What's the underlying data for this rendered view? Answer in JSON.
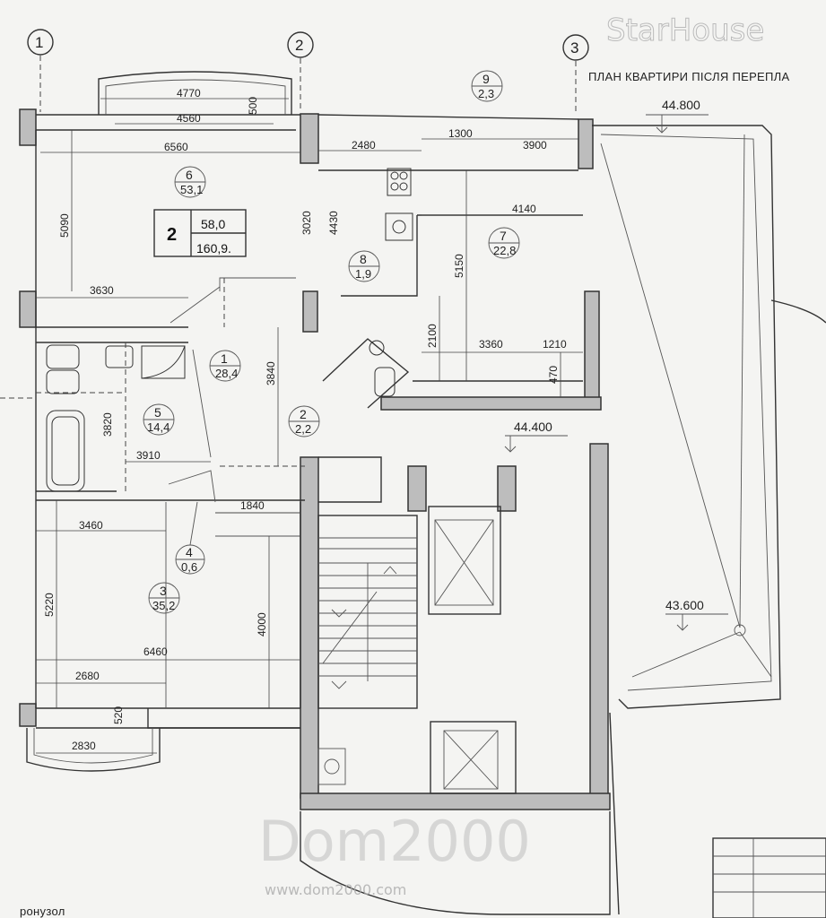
{
  "title": "ПЛАН КВАРТИРИ ПІСЛЯ ПЕРЕПЛА",
  "axes": [
    "1",
    "2",
    "3"
  ],
  "apartment": {
    "rooms_count": "2",
    "living_area": "58,0",
    "total_area": "160,9."
  },
  "levels": [
    "44.800",
    "44.400",
    "43.600"
  ],
  "rooms": [
    {
      "num": "1",
      "area": "28,4"
    },
    {
      "num": "2",
      "area": "2,2"
    },
    {
      "num": "3",
      "area": "35,2"
    },
    {
      "num": "4",
      "area": "0,6"
    },
    {
      "num": "5",
      "area": "14,4"
    },
    {
      "num": "6",
      "area": "53,1"
    },
    {
      "num": "7",
      "area": "22,8"
    },
    {
      "num": "8",
      "area": "1,9"
    },
    {
      "num": "9",
      "area": "2,3"
    }
  ],
  "dimensions": {
    "d4770": "4770",
    "d4560": "4560",
    "d500": "500",
    "d6560": "6560",
    "d2480": "2480",
    "d1300": "1300",
    "d3900": "3900",
    "d4140": "4140",
    "d5090": "5090",
    "d3020": "3020",
    "d4430": "4430",
    "d5150": "5150",
    "d3630": "3630",
    "d3840": "3840",
    "d2100": "2100",
    "d3360": "3360",
    "d1210": "1210",
    "d470": "470",
    "d3820": "3820",
    "d3910": "3910",
    "d1840": "1840",
    "d3460": "3460",
    "d5220": "5220",
    "d4000": "4000",
    "d6460": "6460",
    "d2680": "2680",
    "d520": "520",
    "d2830": "2830"
  },
  "watermarks": {
    "top": "StarHouse",
    "center": "Dom2000",
    "site": "www.dom2000.com"
  },
  "footer_fragment": "ронузол"
}
